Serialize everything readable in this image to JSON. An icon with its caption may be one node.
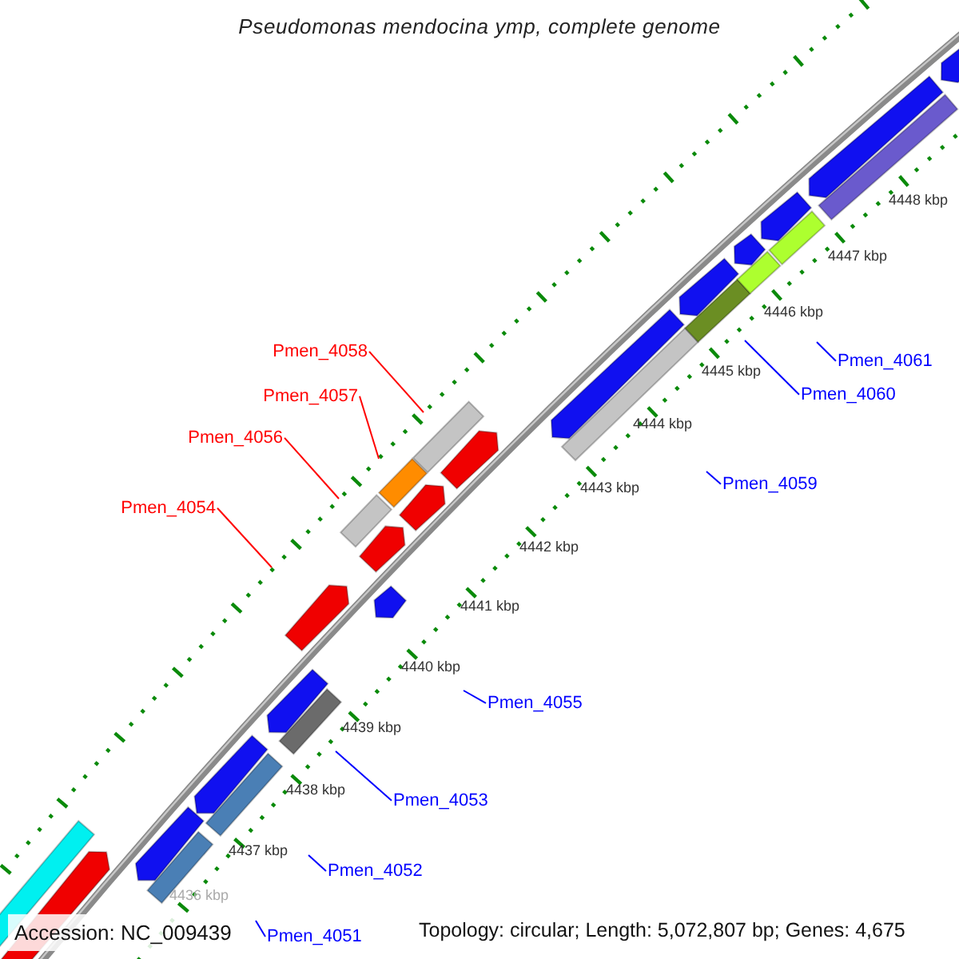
{
  "diagram": {
    "title": "Pseudomonas mendocina ymp, complete genome",
    "nodes": [
      {
        "text": [
          "Pmen_4058"
        ]
      },
      {
        "text": [
          "Pmen_4061"
        ]
      },
      {
        "text": [
          "Pmen_4060"
        ]
      },
      {
        "text": [
          "Pmen_4057"
        ]
      },
      {
        "text": [
          "Pmen_4056"
        ]
      },
      {
        "text": [
          "Pmen_4059"
        ]
      },
      {
        "text": [
          "Pmen_4054"
        ]
      },
      {
        "text": [
          "Pmen_4055"
        ]
      },
      {
        "text": [
          "Pmen_4053"
        ]
      },
      {
        "text": [
          "Pmen_4052"
        ]
      },
      {
        "text": [
          "Pmen_4051"
        ]
      }
    ],
    "edges": [
      {
        "from": 0,
        "to": null,
        "arrow": "none",
        "color": "#ff0000"
      },
      {
        "from": 1,
        "to": null,
        "arrow": "none"
      },
      {
        "from": 2,
        "to": null,
        "arrow": "none"
      },
      {
        "from": 3,
        "to": null,
        "arrow": "none",
        "color": "#ff0000"
      },
      {
        "from": 4,
        "to": null,
        "arrow": "none",
        "color": "#ff0000"
      },
      {
        "from": 5,
        "to": null,
        "arrow": "none"
      },
      {
        "from": 6,
        "to": null,
        "arrow": "none",
        "color": "#ff0000"
      },
      {
        "from": 7,
        "to": null,
        "arrow": "none"
      },
      {
        "from": 8,
        "to": null,
        "arrow": "none"
      },
      {
        "from": 9,
        "to": null,
        "arrow": "none"
      },
      {
        "from": 10,
        "to": null,
        "arrow": "none"
      }
    ],
    "labels": [
      "4448 kbp",
      "4447 kbp",
      "4446 kbp",
      "4445 kbp",
      "4444 kbp",
      "4443 kbp",
      "4442 kbp",
      "4441 kbp",
      "4440 kbp",
      "4439 kbp",
      "4438 kbp",
      "4437 kbp",
      "4436 kbp",
      "Accession: NC_009439",
      "Topology: circular; Length: 5,072,807 bp; Genes: 4,675"
    ]
  }
}
